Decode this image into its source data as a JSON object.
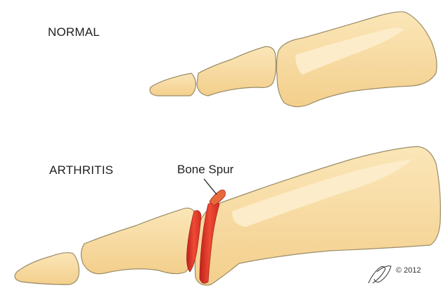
{
  "labels": {
    "normal": "NORMAL",
    "arthritis": "ARTHRITIS",
    "bone_spur": "Bone Spur"
  },
  "copyright": {
    "text": "© 2012"
  },
  "colors": {
    "bone_fill": "#f8dba0",
    "bone_highlight": "#fbe9c6",
    "bone_outline": "#9a8c68",
    "inflammation_red": "#e23a2a",
    "inflammation_dark": "#c0201a",
    "spur_orange": "#e86a3a"
  }
}
